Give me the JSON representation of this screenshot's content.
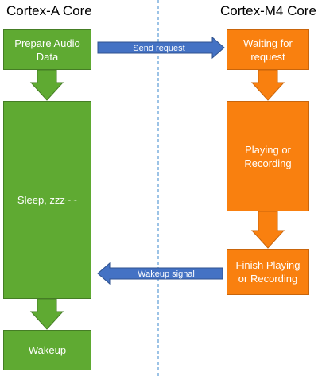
{
  "lanes": {
    "left_title": "Cortex-A Core",
    "right_title": "Cortex-M4 Core"
  },
  "boxes": {
    "prepare_line1": "Prepare Audio",
    "prepare_line2": "Data",
    "sleep": "Sleep, zzz~~",
    "wakeup": "Wakeup",
    "waiting_line1": "Waiting for",
    "waiting_line2": "request",
    "playing_line1": "Playing or",
    "playing_line2": "Recording",
    "finish_line1": "Finish Playing",
    "finish_line2": "or Recording"
  },
  "arrows": {
    "send_request": "Send request",
    "wakeup_signal": "Wakeup signal"
  },
  "colors": {
    "green_fill": "#5faa32",
    "orange_fill": "#f9800f",
    "blue_arrow": "#4472c4",
    "divider": "#5b9bd5"
  }
}
